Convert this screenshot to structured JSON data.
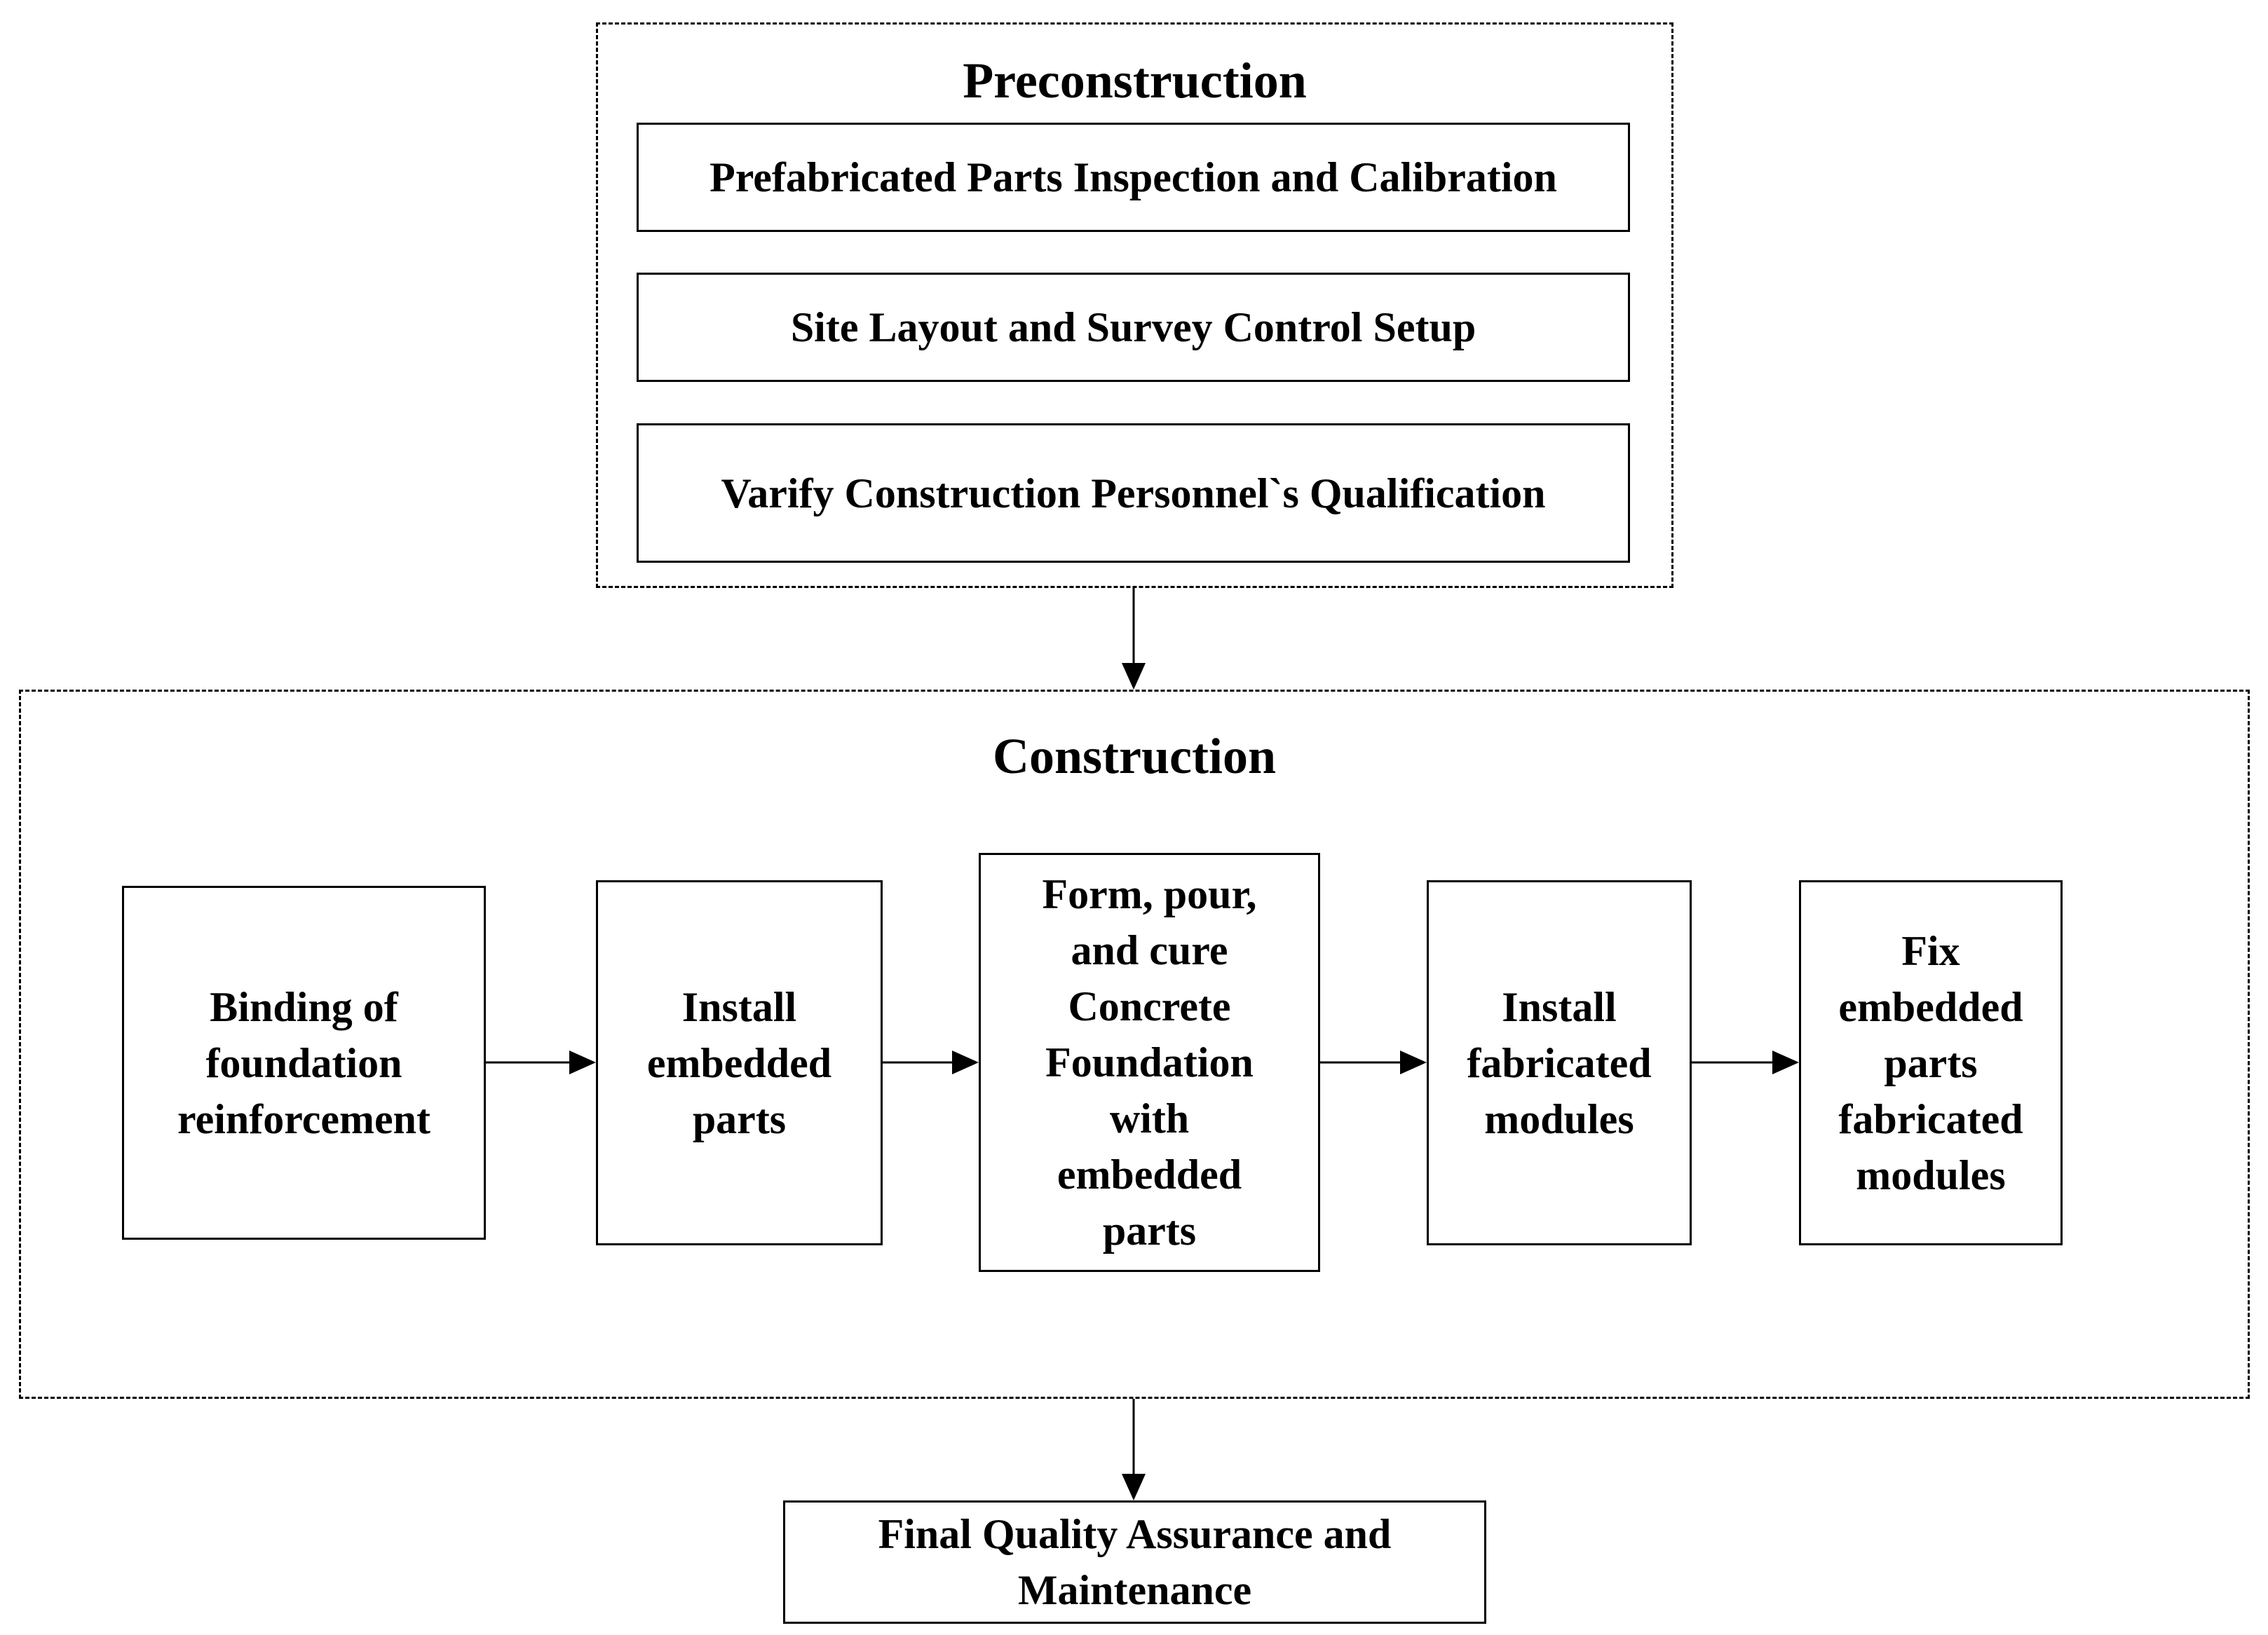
{
  "preconstruction": {
    "title": "Preconstruction",
    "steps": [
      "Prefabricated Parts Inspection and Calibration",
      "Site Layout and Survey Control Setup",
      "Varify Construction Personnel`s Qualification"
    ]
  },
  "construction": {
    "title": "Construction",
    "steps": [
      "Binding of\nfoundation\nreinforcement",
      "Install\nembedded\nparts",
      "Form, pour,\nand cure\nConcrete\nFoundation\nwith\nembedded\nparts",
      "Install\nfabricated\nmodules",
      "Fix\nembedded\nparts\nfabricated\nmodules"
    ]
  },
  "final": {
    "label": "Final Quality Assurance and\nMaintenance"
  }
}
